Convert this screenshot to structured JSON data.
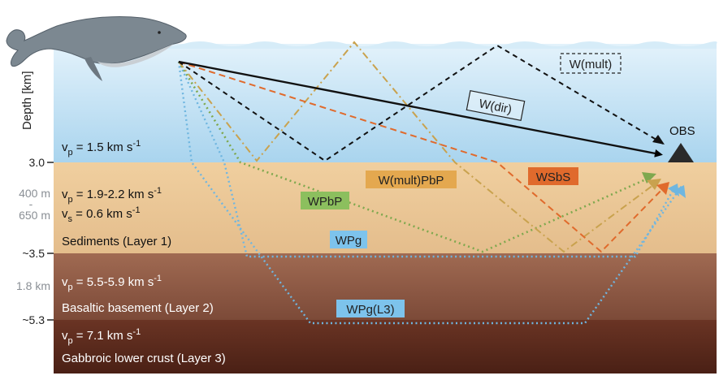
{
  "axis": {
    "ylabel": "Depth [km]",
    "depth_ticks": [
      {
        "label": "3.0",
        "depth": 3.0
      },
      {
        "label": "~3.5",
        "depth": 3.5
      },
      {
        "label": "~5.3",
        "depth": 5.3
      }
    ],
    "thicknesses": [
      {
        "label": "400 m",
        "layer": "layer1"
      },
      {
        "label": "-",
        "layer": "layer1"
      },
      {
        "label": "650 m",
        "layer": "layer1"
      },
      {
        "label": "1.8 km",
        "layer": "layer2"
      }
    ]
  },
  "layers": [
    {
      "id": "water",
      "velocity_base": "v",
      "velocity_sub": "p",
      "velocity_value": " = 1.5 km s",
      "velocity_exp": "-1",
      "color": "#bfe0f3"
    },
    {
      "id": "layer1",
      "velocity_base": "v",
      "velocity_sub": "p",
      "velocity_value": " = 1.9-2.2 km s",
      "velocity_exp": "-1",
      "velocity2_base": "v",
      "velocity2_sub": "s",
      "velocity2_value": " = 0.6 km s",
      "velocity2_exp": "-1",
      "name": "Sediments (Layer 1)",
      "color": "#eac79b"
    },
    {
      "id": "layer2",
      "velocity_base": "v",
      "velocity_sub": "p",
      "velocity_value": " = 5.5-5.9 km s",
      "velocity_exp": "-1",
      "name": "Basaltic basement (Layer 2)",
      "color": "#8e5a45"
    },
    {
      "id": "layer3",
      "velocity_base": "v",
      "velocity_sub": "p",
      "velocity_value": " = 7.1 km s",
      "velocity_exp": "-1",
      "name": "Gabbroic lower crust (Layer 3)",
      "color": "#5a2a1c"
    }
  ],
  "receiver": {
    "label": "OBS"
  },
  "phases": [
    {
      "id": "wdir",
      "label": "W(dir)",
      "color": "#000000",
      "style": "solid"
    },
    {
      "id": "wmult",
      "label": "W(mult)",
      "color": "#000000",
      "style": "dashed"
    },
    {
      "id": "wmultpbp",
      "label": "W(mult)PbP",
      "color": "#c9a24e",
      "style": "dash-dot"
    },
    {
      "id": "wsbs",
      "label": "WSbS",
      "color": "#e06a2c",
      "style": "dashed"
    },
    {
      "id": "wpbp",
      "label": "WPbP",
      "color": "#7fa84e",
      "style": "dotted"
    },
    {
      "id": "wpg",
      "label": "WPg",
      "color": "#6fb6e0",
      "style": "dotted"
    },
    {
      "id": "wpgl3",
      "label": "WPg(L3)",
      "color": "#6fb6e0",
      "style": "dotted"
    }
  ],
  "source": {
    "icon": "whale-icon"
  }
}
